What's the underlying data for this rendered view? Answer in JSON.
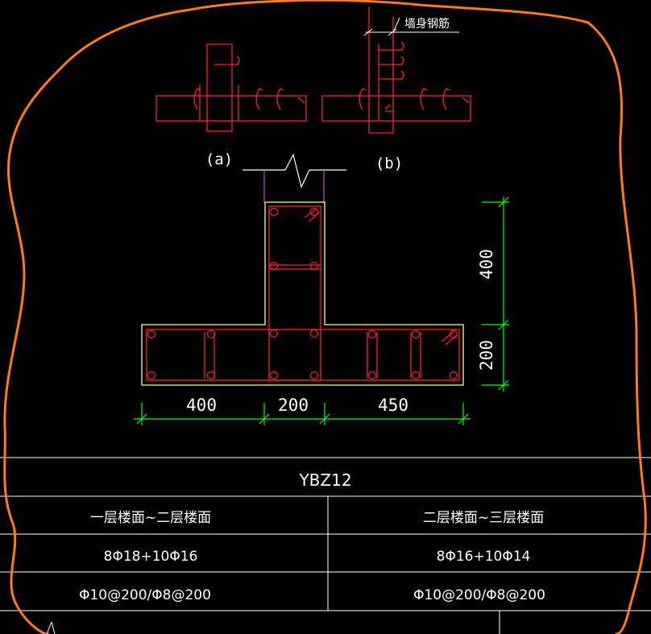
{
  "detail_labels": {
    "a": "(a)",
    "b": "(b)",
    "wall_rebar": "墙身钢筋"
  },
  "dimensions": {
    "vertical_top": "400",
    "vertical_bottom": "200",
    "horizontal_left": "400",
    "horizontal_mid": "200",
    "horizontal_right": "450"
  },
  "table": {
    "title": "YBZ12",
    "columns": [
      {
        "floors": "一层楼面~二层楼面",
        "longitudinal": "8Φ18+10Φ16",
        "stirrups": "Φ10@200/Φ8@200"
      },
      {
        "floors": "二层楼面~三层楼面",
        "longitudinal": "8Φ16+10Φ14",
        "stirrups": "Φ10@200/Φ8@200"
      }
    ]
  },
  "colors": {
    "background": "#000000",
    "rebar": "#ff2020",
    "outline": "#ffff80",
    "dimension": "#00ff00",
    "markup": "#ff7a1a",
    "wall_line": "#d040d0",
    "table_line": "#ffffff"
  }
}
